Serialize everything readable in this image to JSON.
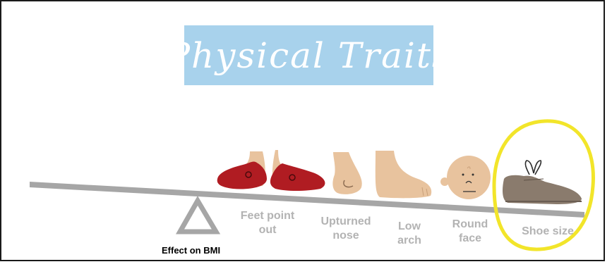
{
  "title": "Physical Traits",
  "bmi_label": "Effect on BMI",
  "traits": [
    {
      "line1": "Feet point",
      "line2": "out",
      "icon": "feet-pointing-out-icon"
    },
    {
      "line1": "Upturned",
      "line2": "nose",
      "icon": "upturned-nose-icon"
    },
    {
      "line1": "Low",
      "line2": "arch",
      "icon": "low-arch-foot-icon"
    },
    {
      "line1": "Round",
      "line2": "face",
      "icon": "round-face-icon"
    },
    {
      "line1": "Shoe size",
      "line2": "",
      "icon": "shoe-icon"
    }
  ],
  "colors": {
    "banner": "#a8d2ec",
    "beam": "#a6a6a6",
    "labels": "#b3b3b3",
    "highlight_circle": "#f2e52a",
    "skin": "#e8c39e",
    "red_shoe": "#b01c22",
    "brown_shoe": "#8a7b6d"
  }
}
